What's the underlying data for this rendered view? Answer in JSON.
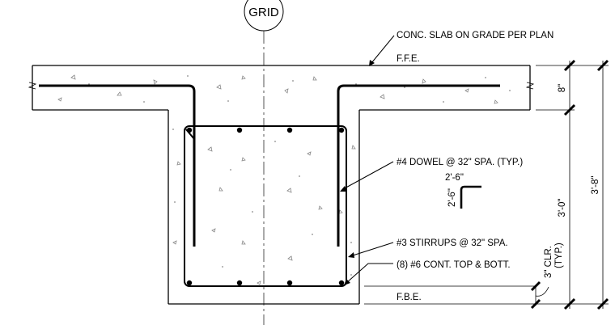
{
  "grid": {
    "label": "GRID"
  },
  "callouts": {
    "slab": "CONC. SLAB ON GRADE PER PLAN",
    "ffe": "F.F.E.",
    "dowel": "#4 DOWEL @ 32\" SPA. (TYP.)",
    "stirrups": "#3 STIRRUPS @ 32\" SPA.",
    "cont_bars": "(8) #6 CONT. TOP & BOTT.",
    "fbe": "F.B.E."
  },
  "dowel_detail": {
    "horizontal": "2'-6\"",
    "vertical": "2'-6\""
  },
  "dimensions": {
    "slab_thickness": "8\"",
    "footing_depth": "3'-0\"",
    "total_depth": "3'-8\"",
    "clear_cover": "3\" CLR.",
    "clear_cover_note": "(TYP.)"
  }
}
